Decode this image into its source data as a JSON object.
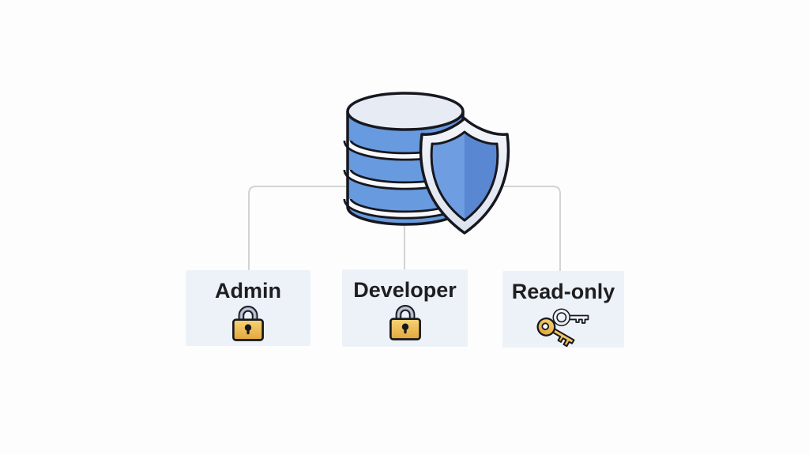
{
  "diagram": {
    "hero": {
      "icons": [
        "database-icon",
        "shield-icon"
      ]
    },
    "roles": [
      {
        "label": "Admin",
        "icon": "padlock-icon"
      },
      {
        "label": "Developer",
        "icon": "padlock-icon"
      },
      {
        "label": "Read-only",
        "icon": "keys-icon"
      }
    ],
    "colors": {
      "background": "#fdfdfe",
      "card_background": "#edf2f9",
      "connector_line": "#d2d3d5",
      "outline": "#17171f",
      "database_body_blue": "#679ade",
      "database_top_fill": "#e7ebf4",
      "database_stripe": "#f7f9fc",
      "shield_band": "#e9edf5",
      "shield_blue_left": "#6f9de1",
      "shield_blue_right": "#5987d2",
      "lock_gold": "#e9b94f",
      "lock_shackle_gray": "#98a2b4",
      "key_gold": "#edbb4a",
      "key_silver": "#f2f4f8",
      "label_text": "#1e1e20"
    }
  }
}
